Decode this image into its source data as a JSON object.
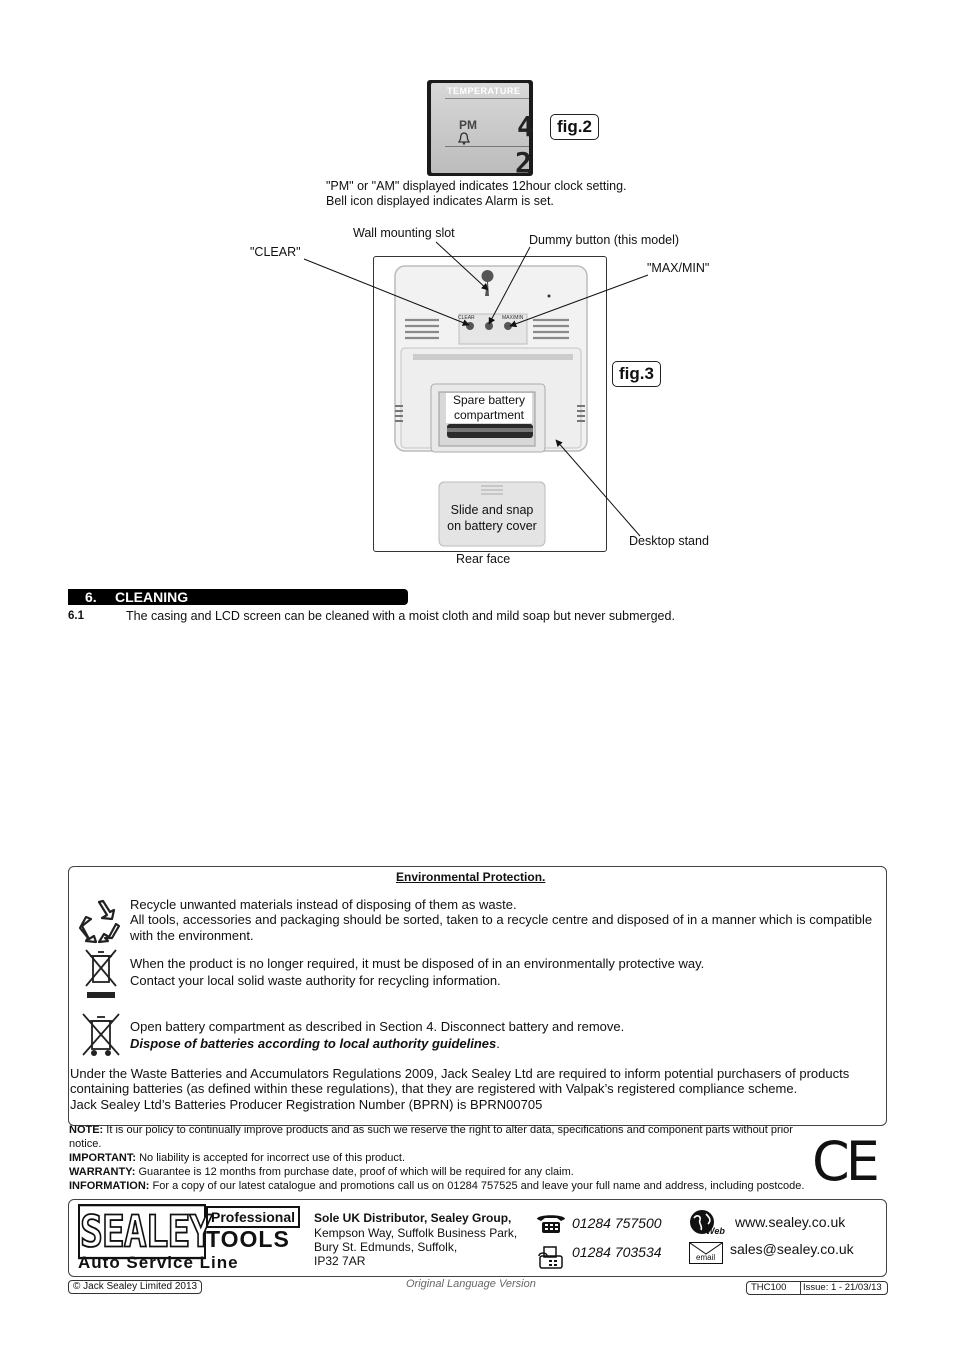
{
  "fig2": {
    "label": "fig.2",
    "lcd_header": "TEMPERATURE",
    "lcd_pm": "PM",
    "note_line1": "\"PM\" or \"AM\" displayed indicates 12hour clock setting.",
    "note_line2": "Bell icon displayed indicates Alarm is set."
  },
  "fig3": {
    "label": "fig.3",
    "callouts": {
      "wall_slot": "Wall mounting slot",
      "dummy_button": "Dummy button (this model)",
      "clear": "\"CLEAR\"",
      "maxmin": "\"MAX/MIN\"",
      "spare_battery_1": "Spare battery",
      "spare_battery_2": "compartment",
      "battery_cover_1": "Slide and snap",
      "battery_cover_2": "on battery cover",
      "desktop_stand": "Desktop stand",
      "rear_face": "Rear face"
    },
    "device_button_labels": [
      "CLEAR",
      "MAX/MIN"
    ]
  },
  "cleaning": {
    "heading_number": "6.",
    "heading_title": "CLEANING",
    "item_number": "6.1",
    "item_text": "The casing and LCD screen can be cleaned with a moist cloth and mild soap but never submerged."
  },
  "environment": {
    "title": "Environmental Protection.",
    "recycle_1": "Recycle unwanted materials instead of disposing of them as waste.",
    "recycle_2": "All tools, accessories and packaging should be sorted, taken to a recycle centre and disposed of in a manner which is compatible",
    "recycle_3": "with the environment.",
    "weee_1": "When the product is no longer required, it must be disposed of in an environmentally protective way.",
    "weee_2": "Contact your local solid waste authority for recycling information.",
    "battery_1": "Open battery compartment as described in Section 4. Disconnect battery and remove.",
    "battery_2": "Dispose of batteries according to local authority guidelines",
    "battery_2_end": ".",
    "regs_1": "Under the Waste Batteries and Accumulators Regulations 2009, Jack Sealey Ltd are required to inform potential purchasers of products",
    "regs_2": "containing batteries (as defined within these regulations), that they are registered with Valpak’s registered compliance scheme.",
    "regs_3": "Jack Sealey Ltd’s Batteries Producer Registration Number (BPRN) is BPRN00705"
  },
  "notices": {
    "note_label": "NOTE:",
    "note_text": " It is our policy to continually improve products and as such we reserve the right to alter data, specifications and component parts without prior",
    "note_text_2": "notice.",
    "important_label": "IMPORTANT:",
    "important_text": " No liability is accepted for incorrect use of this product.",
    "warranty_label": "WARRANTY:",
    "warranty_text": " Guarantee is 12 months from purchase date, proof of which will be required for any claim.",
    "information_label": "INFORMATION:",
    "information_text": " For a copy of our latest catalogue and promotions call us on 01284 757525 and leave your full name and address, including postcode.",
    "ce_mark": "CE"
  },
  "footer": {
    "logo_brand": "SEALEY",
    "logo_professional": "Professional",
    "logo_tools": "TOOLS",
    "logo_line": "Auto Service Line",
    "distributor_title": "Sole UK Distributor, Sealey Group,",
    "address_1": "Kempson Way, Suffolk Business Park,",
    "address_2": "Bury St. Edmunds, Suffolk,",
    "address_3": "IP32 7AR",
    "phone": "01284 757500",
    "fax": "01284 703534",
    "web_icon_label": "Web",
    "website": "www.sealey.co.uk",
    "email_icon_label": "email",
    "email": "sales@sealey.co.uk"
  },
  "bottom": {
    "copyright": "© Jack Sealey Limited 2013",
    "language": "Original Language Version",
    "model": "THC100",
    "issue": "Issue: 1 - 21/03/13"
  }
}
